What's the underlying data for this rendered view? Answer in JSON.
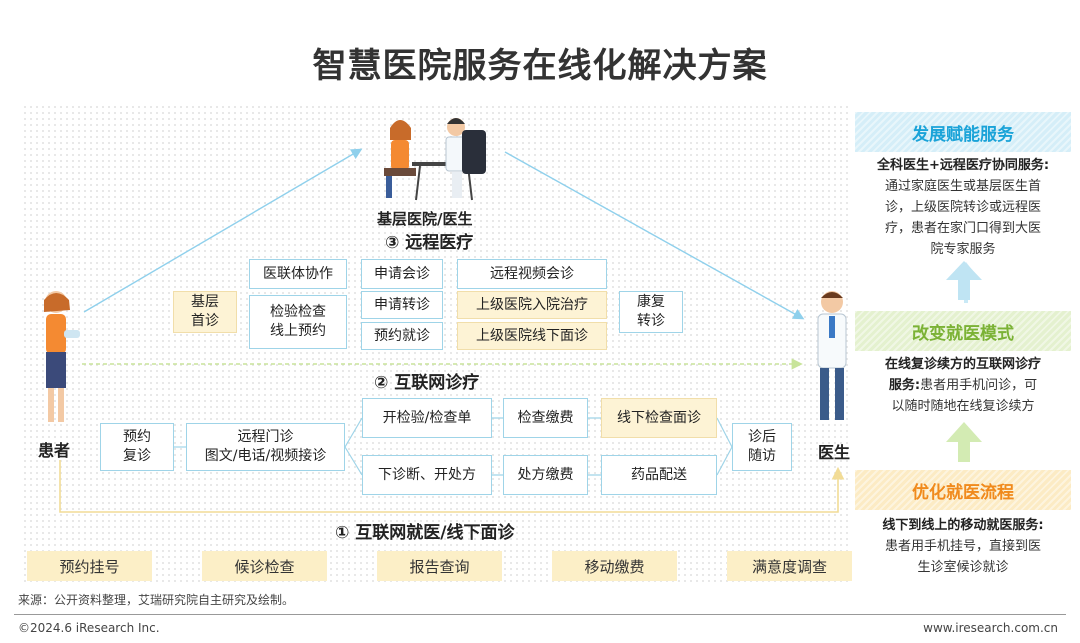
{
  "title": "智慧医院服务在线化解决方案",
  "nodes": {
    "patient": "患者",
    "doctor": "医生",
    "primary_hospital": "基层医院/医生"
  },
  "sections": {
    "remote": "③ 远程医疗",
    "internet": "② 互联网诊疗",
    "offline": "① 互联网就医/线下面诊"
  },
  "remote_boxes": {
    "alliance": "医联体协作",
    "apply_consult": "申请会诊",
    "video_consult": "远程视频会诊",
    "grassroots_first_1": "基层",
    "grassroots_first_2": "首诊",
    "exam_1": "检验检查",
    "exam_2": "线上预约",
    "apply_transfer": "申请转诊",
    "superior_inpatient": "上级医院入院治疗",
    "rehab_1": "康复",
    "rehab_2": "转诊",
    "appointment": "预约就诊",
    "superior_offline": "上级医院线下面诊"
  },
  "flow_boxes": {
    "followup_1": "预约",
    "followup_2": "复诊",
    "remote_clinic_1": "远程门诊",
    "remote_clinic_2": "图文/电话/视频接诊",
    "order_exam": "开检验/检查单",
    "exam_pay": "检查缴费",
    "offline_exam": "线下检查面诊",
    "diagnose": "下诊断、开处方",
    "rx_pay": "处方缴费",
    "delivery": "药品配送",
    "aftercare_1": "诊后",
    "aftercare_2": "随访"
  },
  "bottom_bar": [
    "预约挂号",
    "候诊检查",
    "报告查询",
    "移动缴费",
    "满意度调查"
  ],
  "panel": {
    "s1_title": "发展赋能服务",
    "s1_bold": "全科医生+远程医疗协同服务:",
    "s1_text": [
      "通过家庭医生或基层医生首",
      "诊，上级医院转诊或远程医",
      "疗，患者在家门口得到大医",
      "院专家服务"
    ],
    "s2_title": "改变就医模式",
    "s2_bold": [
      "在线复诊续方的互联网诊疗",
      "服务:"
    ],
    "s2_text_inline": "患者用手机问诊，可",
    "s2_text": "以随时随地在线复诊续方",
    "s3_title": "优化就医流程",
    "s3_bold": "线下到线上的移动就医服务:",
    "s3_text": [
      "患者用手机挂号，直接到医",
      "生诊室候诊就诊"
    ]
  },
  "colors": {
    "blue_title": "#1aa3d8",
    "green_title": "#7bb235",
    "orange_title": "#f08a1c",
    "blue_band": "#d5eef8",
    "green_band": "#e4f1cf",
    "orange_band": "#fcebc4"
  },
  "footer": {
    "source": "来源：公开资料整理，艾瑞研究院自主研究及绘制。",
    "copyright": "©2024.6 iResearch Inc.",
    "url": "www.iresearch.com.cn"
  }
}
